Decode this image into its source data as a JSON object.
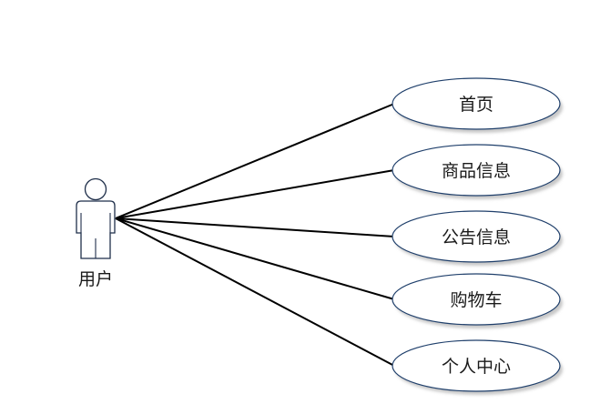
{
  "actor": {
    "name": "用户"
  },
  "use_cases": [
    {
      "label": "首页"
    },
    {
      "label": "商品信息"
    },
    {
      "label": "公告信息"
    },
    {
      "label": "购物车"
    },
    {
      "label": "个人中心"
    }
  ],
  "colors": {
    "ellipse_stroke": "#1f3f6b",
    "ellipse_fill": "#ffffff",
    "shadow": "#c8c8c8",
    "line": "#000000",
    "actor_stroke": "#1f2f4a"
  }
}
